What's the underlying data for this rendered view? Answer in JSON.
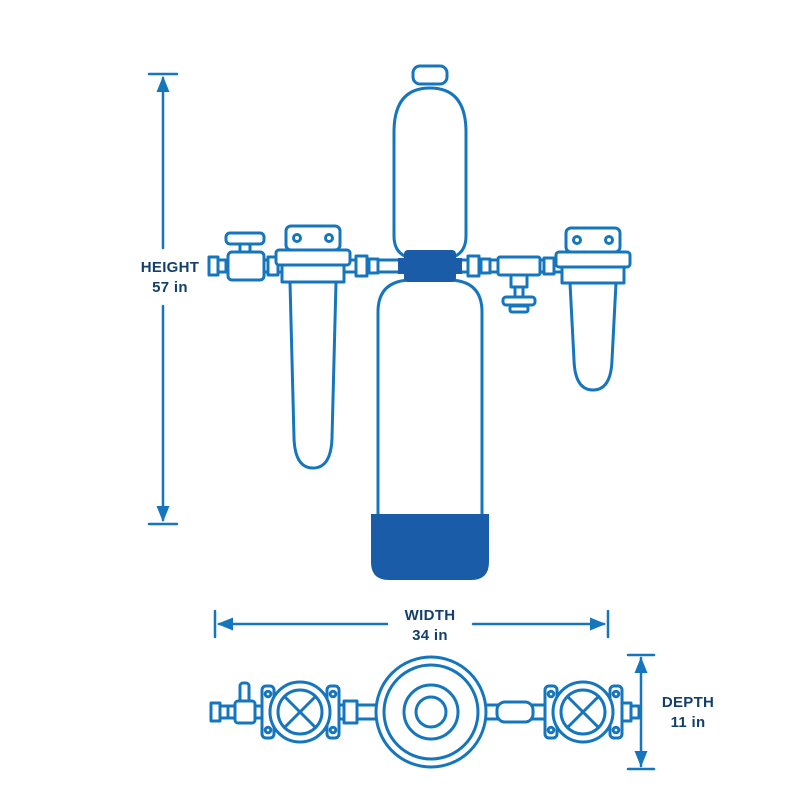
{
  "title": "Water filtration system dimension diagram",
  "dimensions": {
    "height": {
      "label": "HEIGHT",
      "value": "57 in"
    },
    "width": {
      "label": "WIDTH",
      "value": "34 in"
    },
    "depth": {
      "label": "DEPTH",
      "value": "11 in"
    }
  },
  "colors": {
    "line": "#1576be",
    "fill": "#1a5ca8",
    "text": "#143f6b",
    "background": "#ffffff"
  }
}
